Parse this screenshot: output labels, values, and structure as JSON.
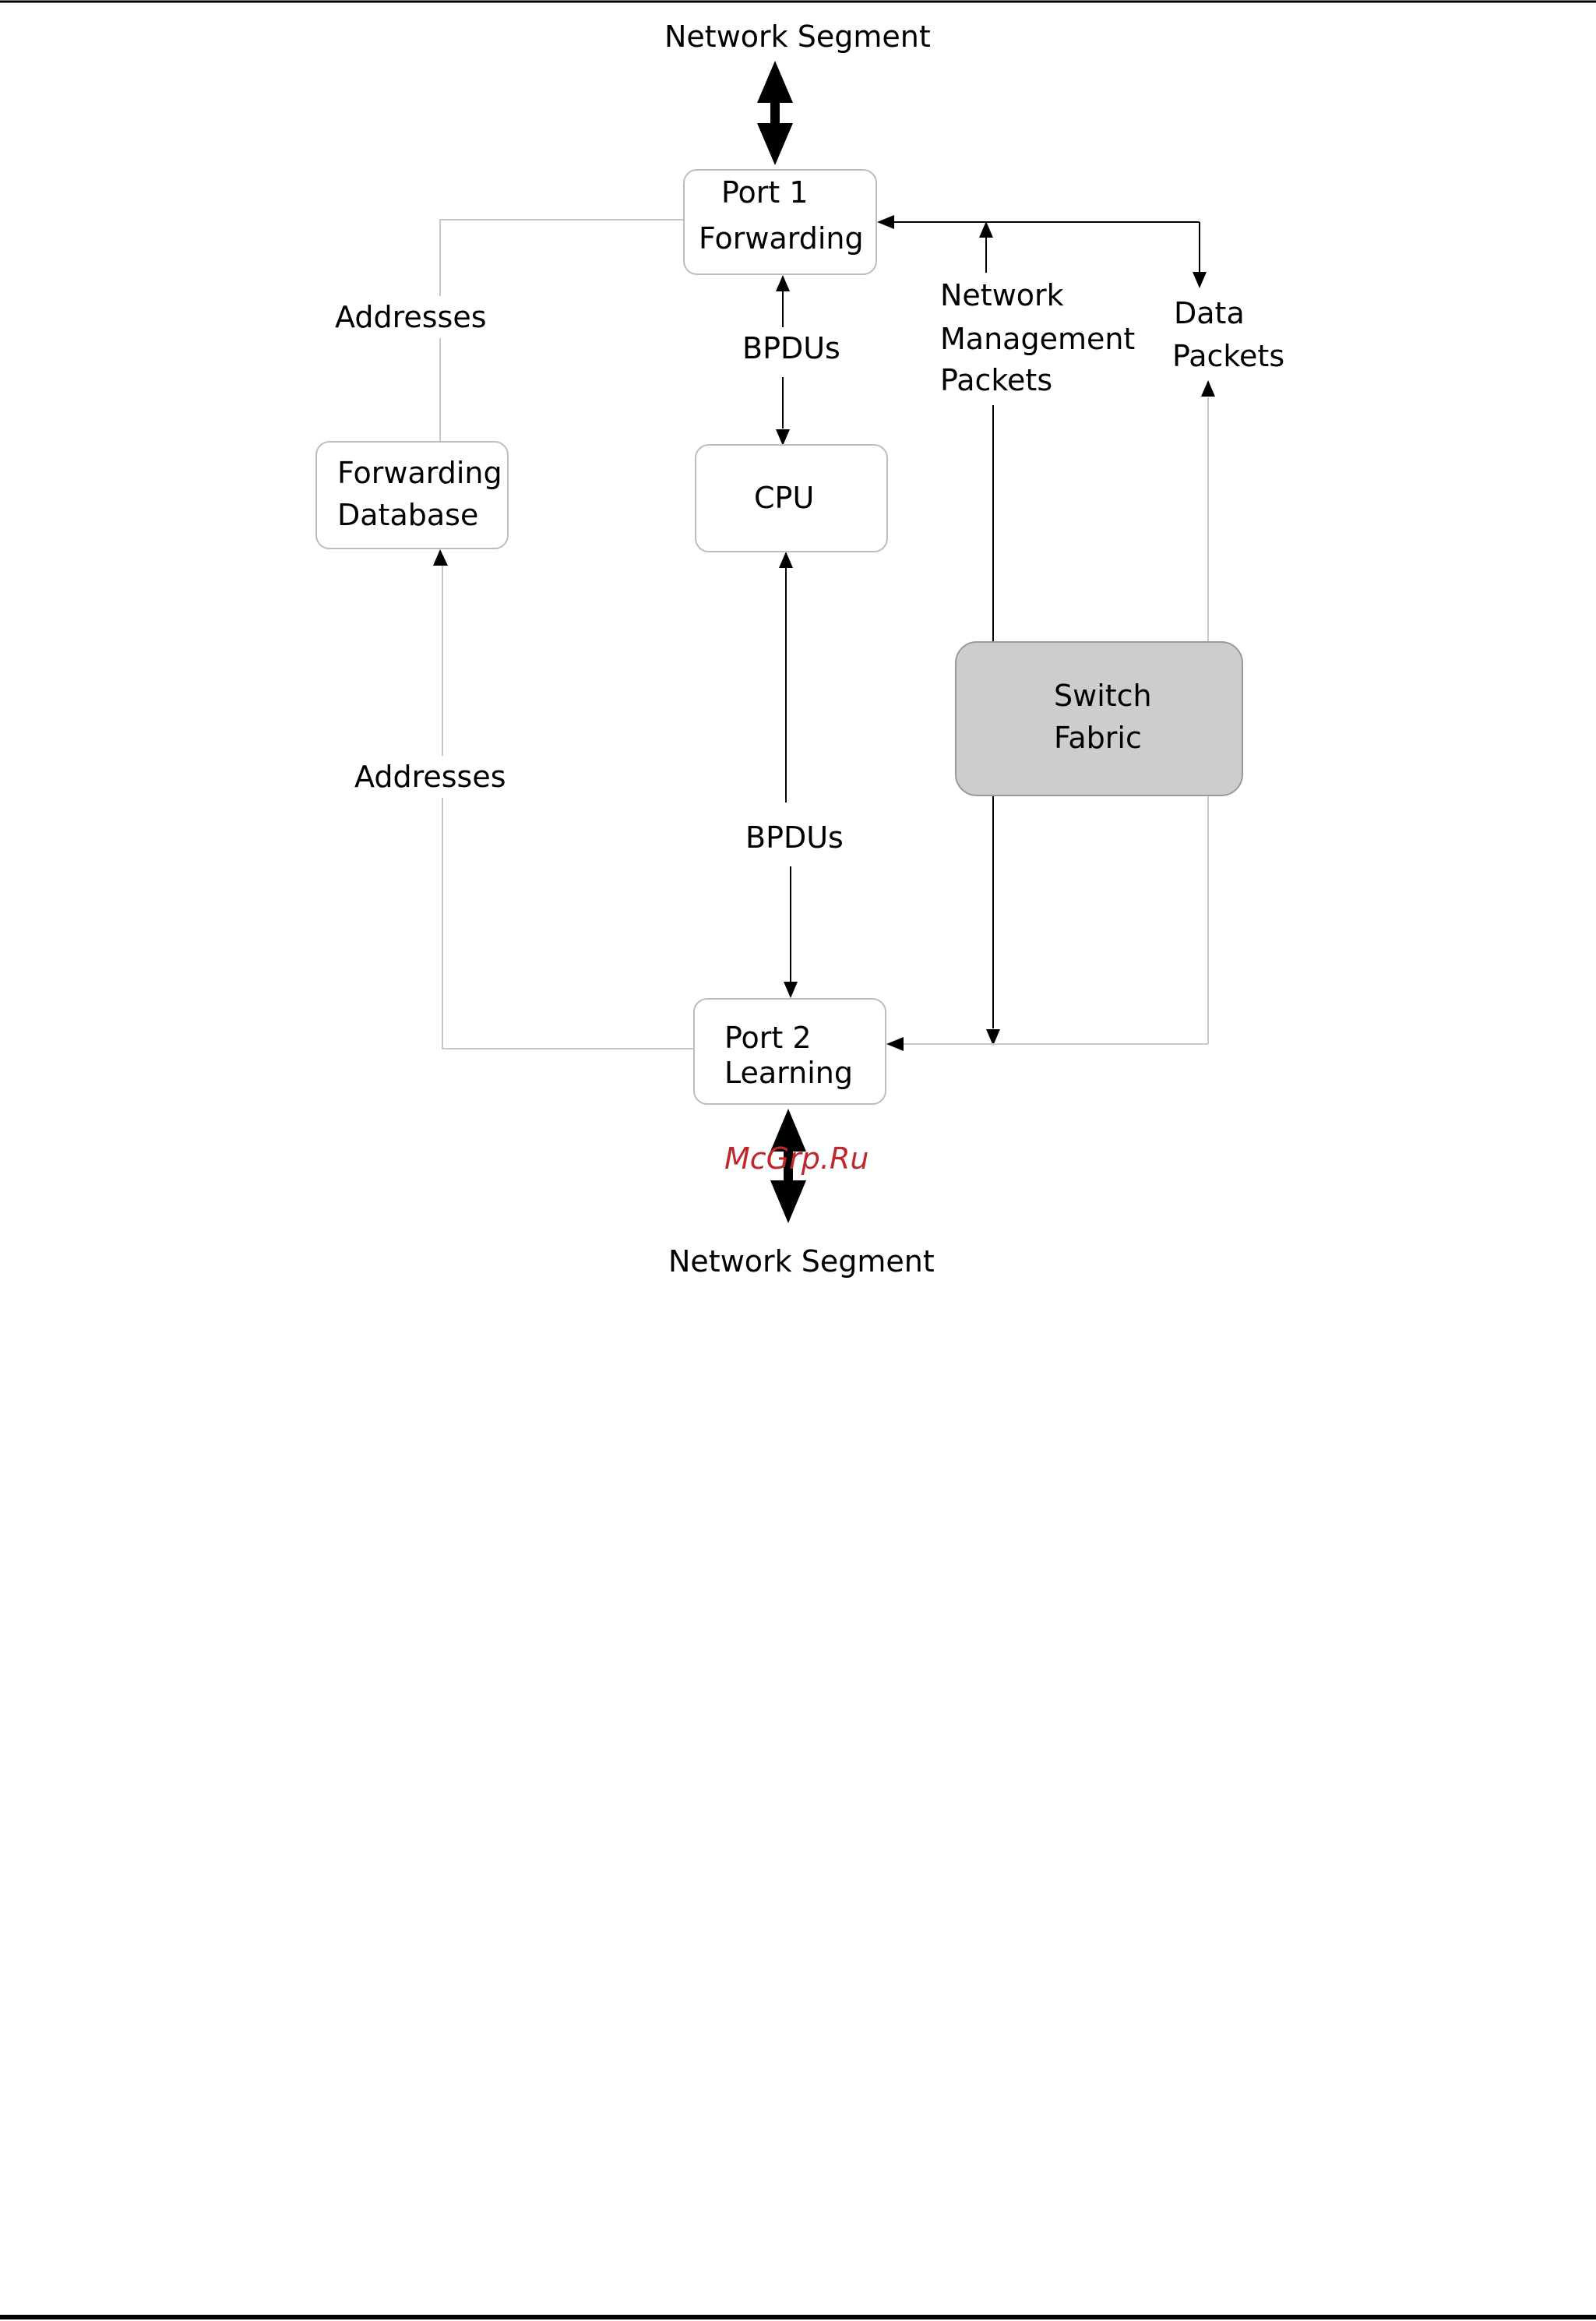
{
  "diagram": {
    "labels": {
      "top_segment": "Network Segment",
      "bottom_segment": "Network Segment",
      "port1_line1": "Port 1",
      "port1_line2": "Forwarding",
      "addresses_top": "Addresses",
      "bpdus_top": "BPDUs",
      "net_mgmt_1": "Network",
      "net_mgmt_2": "Management",
      "net_mgmt_3": "Packets",
      "data_1": "Data",
      "data_2": "Packets",
      "fdb_1": "Forwarding",
      "fdb_2": "Database",
      "cpu": "CPU",
      "switch_1": "Switch",
      "switch_2": "Fabric",
      "addresses_bottom": "Addresses",
      "bpdus_bottom": "BPDUs",
      "port2_line1": "Port 2",
      "port2_line2": "Learning"
    },
    "watermark": "McGrp.Ru",
    "colors": {
      "switch_fabric_fill": "#cdcdcd",
      "watermark": "#c0272d",
      "connector_light": "#c8c8c8"
    }
  }
}
